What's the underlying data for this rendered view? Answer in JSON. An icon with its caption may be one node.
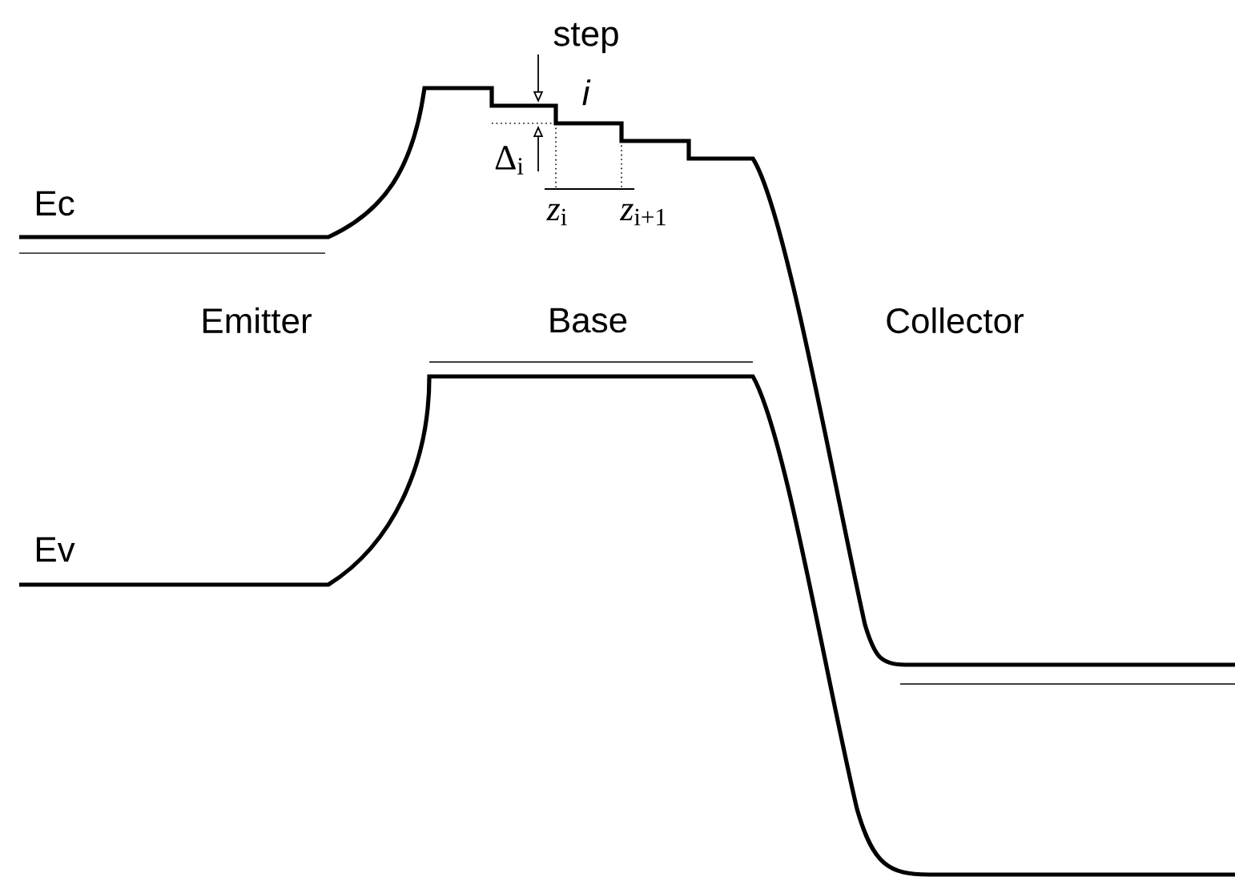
{
  "diagram": {
    "labels": [
      "step *i*",
      "Δ$_{i}$",
      "Ec",
      "*z*$_{i}$",
      "*z*$_{i+1}$",
      "Emitter",
      "Base",
      "Collector",
      "Ev"
    ]
  }
}
